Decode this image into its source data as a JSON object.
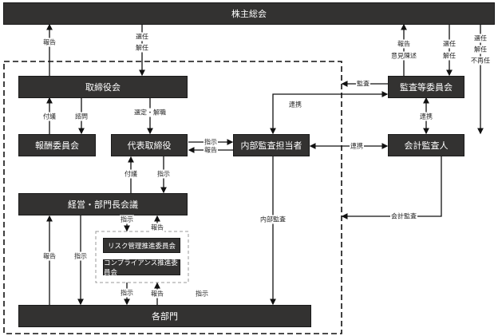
{
  "nodes": {
    "shareholders": "株主総会",
    "board": "取締役会",
    "compensation": "報酬委員会",
    "ceo": "代表取締役",
    "internal_audit": "内部監査担当者",
    "audit_committee": "監査等委員会",
    "accounting_auditor": "会計監査人",
    "management_meeting": "経営・部門長会議",
    "risk_committee": "リスク管理推進委員会",
    "compliance_committee": "コンプライアンス推進委員会",
    "departments": "各部門"
  },
  "labels": {
    "board_report": "報告",
    "sh_elect_1": "選任",
    "sh_elect_2": "解任",
    "comp_propose": "付議",
    "comp_consult": "諮問",
    "ceo_select": "選定・解職",
    "ceo_instruct": "指示",
    "ceo_report": "報告",
    "mm_propose": "付議",
    "mm_instruct": "指示",
    "cmt_instruct": "指示",
    "cmt_report": "報告",
    "dept_report": "報告",
    "dept_instruct": "指示",
    "cmt_dept_instruct": "指示",
    "cmt_dept_report": "報告",
    "extra_instruct": "指示",
    "internal_audit": "内部監査",
    "link_ac_ia": "連携",
    "audit": "監査",
    "ac_report_1": "報告",
    "ac_report_2": "意見陳述",
    "ac_elect_1": "選任",
    "ac_elect_2": "解任",
    "aa_elect_1": "選任",
    "aa_elect_2": "解任",
    "aa_elect_3": "不再任",
    "link_ac_aa": "連携",
    "link_ia_aa": "連携",
    "accounting_audit": "会計監査"
  }
}
